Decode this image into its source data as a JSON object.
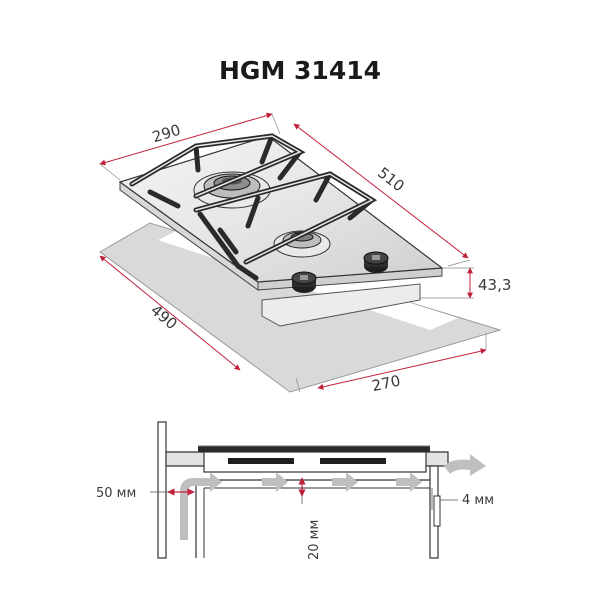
{
  "header": {
    "title": "HGM 31414"
  },
  "dimensions": {
    "width": "290",
    "depth": "510",
    "height": "43,3",
    "cutout_depth": "490",
    "cutout_width": "270"
  },
  "installation": {
    "side_gap": "50 мм",
    "vent_gap": "20 мм",
    "rear_gap": "4 мм"
  },
  "colors": {
    "dimension_line": "#c0203a",
    "countertop": "#d6d6d6",
    "airflow_arrow": "#b8b8b8",
    "outline": "#222222"
  }
}
